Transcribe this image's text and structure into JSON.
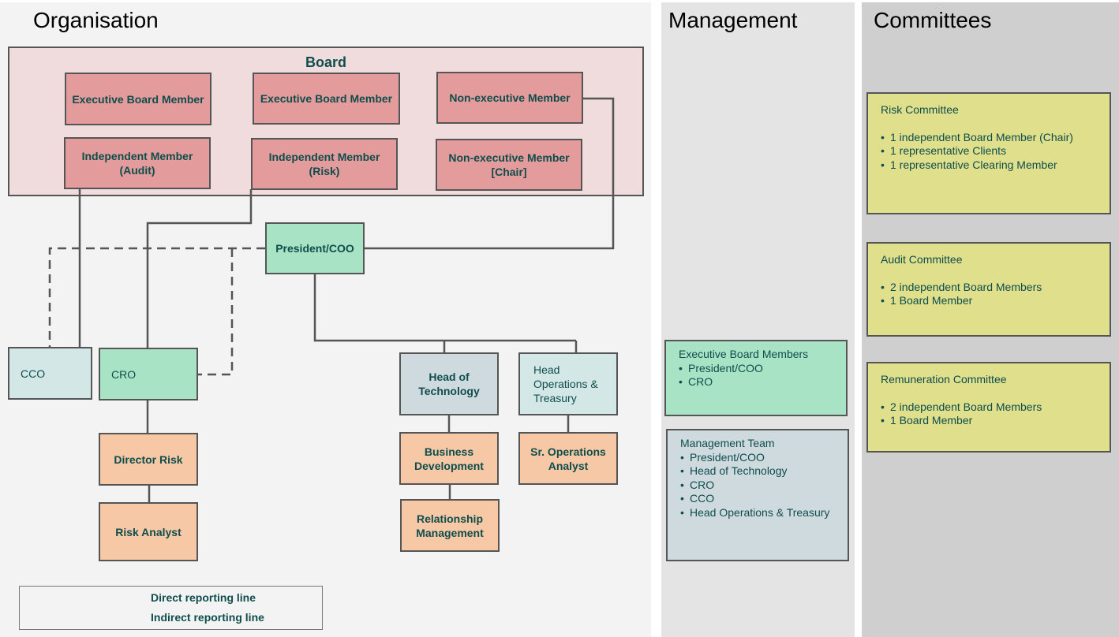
{
  "panels": {
    "organisation": "Organisation",
    "management": "Management",
    "committees": "Committees"
  },
  "board": {
    "title": "Board",
    "members": [
      "Executive Board Member",
      "Executive Board Member",
      "Non-executive Member",
      "Independent Member (Audit)",
      "Independent Member (Risk)",
      "Non-executive Member [Chair]"
    ]
  },
  "org": {
    "president": "President/COO",
    "cco": "CCO",
    "cro": "CRO",
    "director_risk": "Director Risk",
    "risk_analyst": "Risk Analyst",
    "head_technology": "Head of Technology",
    "head_operations": "Head Operations & Treasury",
    "business_development": "Business Development",
    "relationship_management": "Relationship Management",
    "sr_operations_analyst": "Sr. Operations Analyst"
  },
  "legend": {
    "direct": "Direct reporting line",
    "indirect": "Indirect reporting line"
  },
  "management": {
    "executive_board": {
      "title": "Executive Board Members",
      "items": [
        "President/COO",
        "CRO"
      ]
    },
    "management_team": {
      "title": "Management Team",
      "items": [
        "President/COO",
        "Head of Technology",
        "CRO",
        "CCO",
        "Head Operations & Treasury"
      ]
    }
  },
  "committees": [
    {
      "title": "Risk Committee",
      "items": [
        "1 independent Board Member (Chair)",
        "1 representative Clients",
        "1 representative Clearing Member"
      ]
    },
    {
      "title": "Audit Committee",
      "items": [
        "2 independent Board Members",
        "1 Board Member"
      ]
    },
    {
      "title": "Remuneration Committee",
      "items": [
        "2 independent Board Members",
        "1 Board Member"
      ]
    }
  ],
  "colors": {
    "board_member": "#e49b9b",
    "board_area": "#f0dcdc",
    "executive": "#a8e3c5",
    "support": "#d3e7e7",
    "staff": "#f6c8a5",
    "committee": "#dfdf8c",
    "text": "#0f4d4d"
  }
}
